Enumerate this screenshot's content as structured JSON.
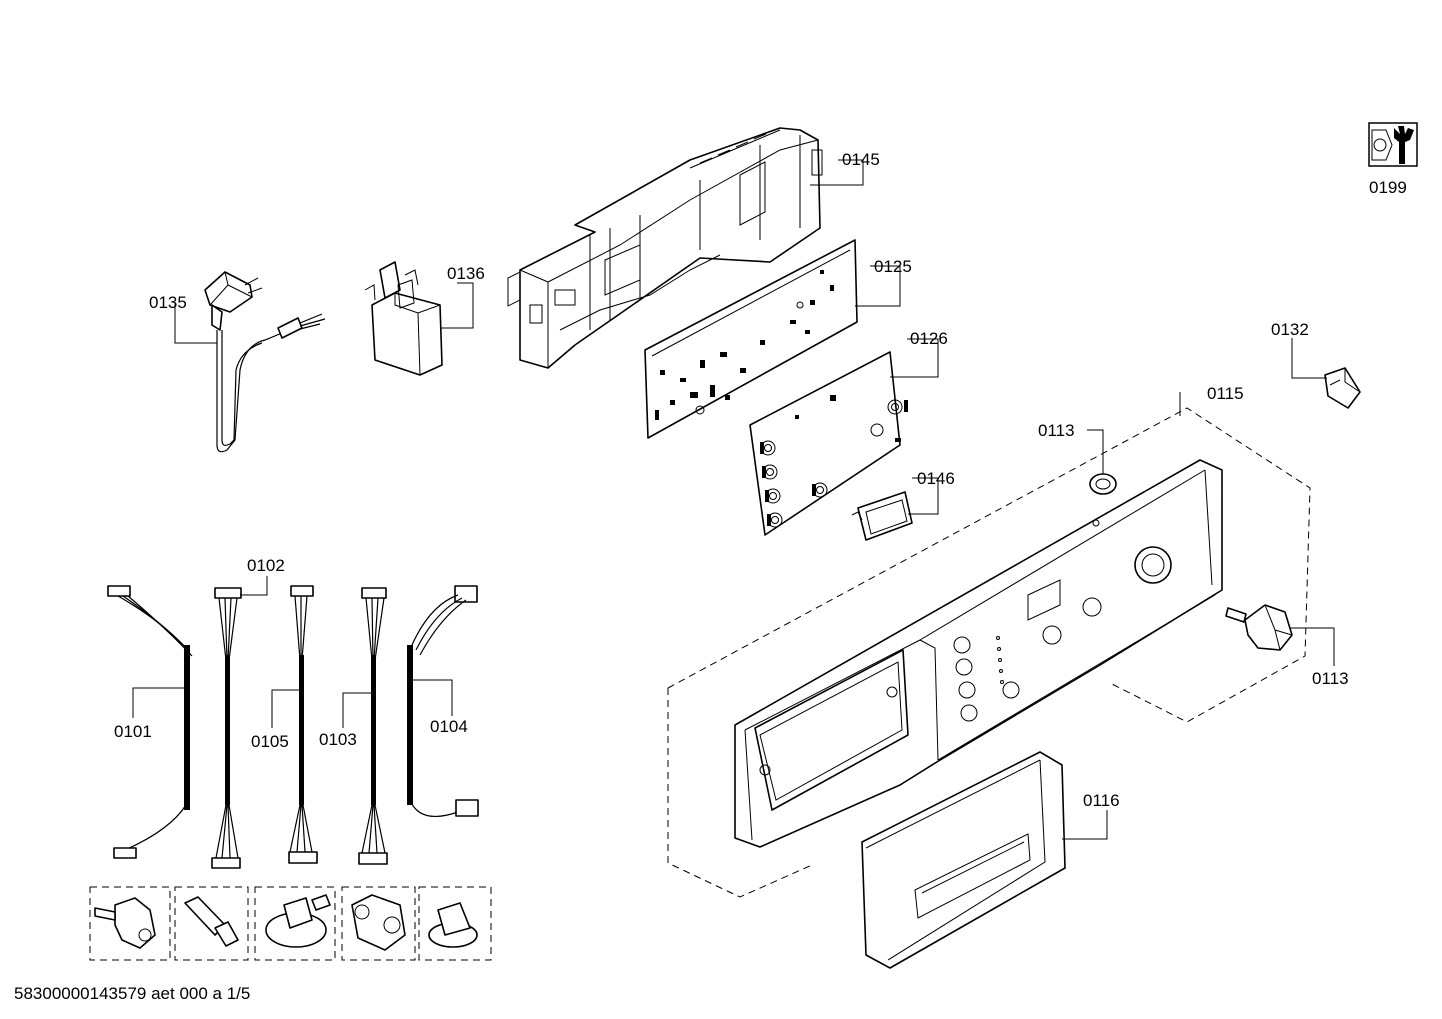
{
  "labels": {
    "p0145": "0145",
    "p0125": "0125",
    "p0126": "0126",
    "p0136": "0136",
    "p0135": "0135",
    "p0132": "0132",
    "p0115": "0115",
    "p0113a": "0113",
    "p0113b": "0113",
    "p0146": "0146",
    "p0116": "0116",
    "p0199": "0199",
    "p0102": "0102",
    "p0101": "0101",
    "p0105": "0105",
    "p0103": "0103",
    "p0104": "0104"
  },
  "footer": "58300000143579 aet 000 a 1/5",
  "icons": {
    "service_tool": "wrench-nut-icon"
  }
}
